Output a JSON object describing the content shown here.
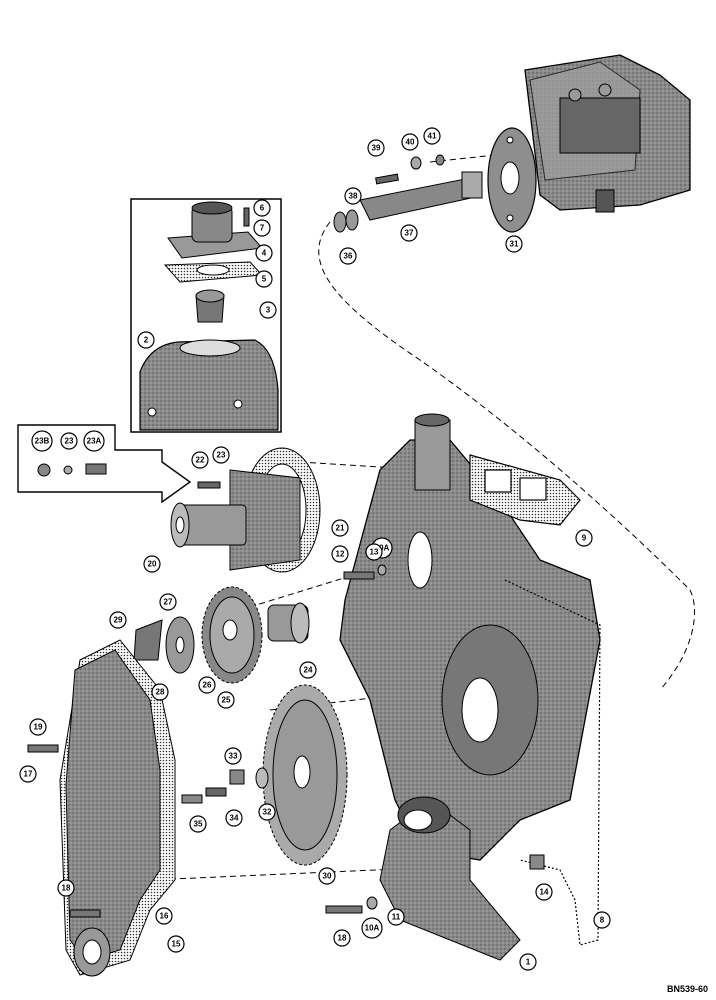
{
  "drawing_code": "BN539-60",
  "parts": [
    {
      "id": "p1",
      "label": "1"
    },
    {
      "id": "p2",
      "label": "2"
    },
    {
      "id": "p3",
      "label": "3"
    },
    {
      "id": "p4",
      "label": "4"
    },
    {
      "id": "p5",
      "label": "5"
    },
    {
      "id": "p6",
      "label": "6"
    },
    {
      "id": "p7",
      "label": "7"
    },
    {
      "id": "p8",
      "label": "8"
    },
    {
      "id": "p9",
      "label": "9"
    },
    {
      "id": "p10a",
      "label": "10A"
    },
    {
      "id": "p10a2",
      "label": "10A"
    },
    {
      "id": "p11",
      "label": "11"
    },
    {
      "id": "p12",
      "label": "12"
    },
    {
      "id": "p13",
      "label": "13"
    },
    {
      "id": "p14",
      "label": "14"
    },
    {
      "id": "p15",
      "label": "15"
    },
    {
      "id": "p16",
      "label": "16"
    },
    {
      "id": "p17",
      "label": "17"
    },
    {
      "id": "p18",
      "label": "18"
    },
    {
      "id": "p18b",
      "label": "18"
    },
    {
      "id": "p19",
      "label": "19"
    },
    {
      "id": "p20",
      "label": "20"
    },
    {
      "id": "p21",
      "label": "21"
    },
    {
      "id": "p22",
      "label": "22"
    },
    {
      "id": "p23",
      "label": "23"
    },
    {
      "id": "p23b",
      "label": "23"
    },
    {
      "id": "p23a",
      "label": "23A"
    },
    {
      "id": "p23b2",
      "label": "23B"
    },
    {
      "id": "p24",
      "label": "24"
    },
    {
      "id": "p25",
      "label": "25"
    },
    {
      "id": "p26",
      "label": "26"
    },
    {
      "id": "p27",
      "label": "27"
    },
    {
      "id": "p28",
      "label": "28"
    },
    {
      "id": "p29",
      "label": "29"
    },
    {
      "id": "p30",
      "label": "30"
    },
    {
      "id": "p31",
      "label": "31"
    },
    {
      "id": "p32",
      "label": "32"
    },
    {
      "id": "p33",
      "label": "33"
    },
    {
      "id": "p34",
      "label": "34"
    },
    {
      "id": "p35",
      "label": "35"
    },
    {
      "id": "p36",
      "label": "36"
    },
    {
      "id": "p37",
      "label": "37"
    },
    {
      "id": "p38",
      "label": "38"
    },
    {
      "id": "p39",
      "label": "39"
    },
    {
      "id": "p40",
      "label": "40"
    },
    {
      "id": "p41",
      "label": "41"
    }
  ]
}
